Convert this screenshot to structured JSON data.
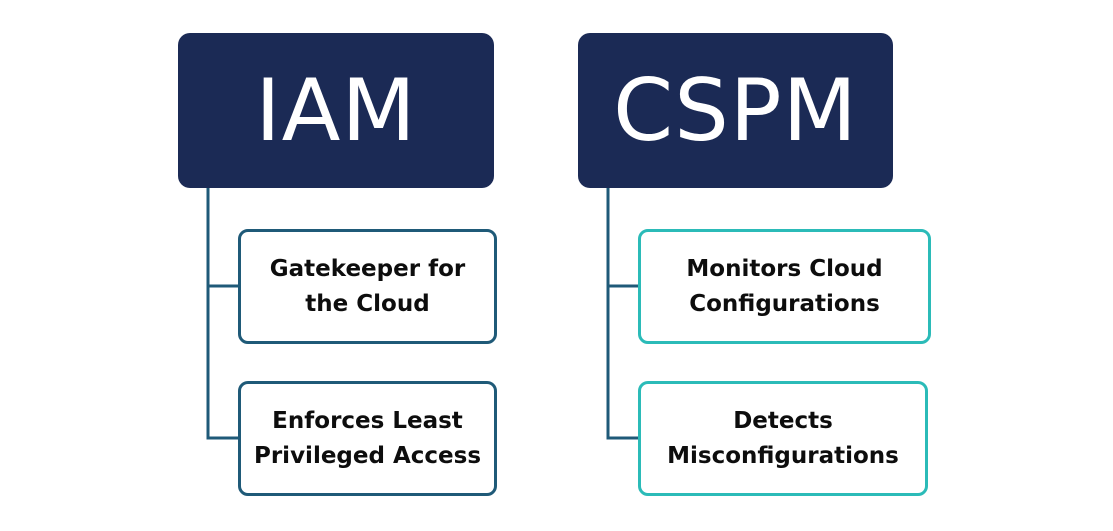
{
  "colors": {
    "header_bg": "#1b2a55",
    "iam_border": "#1f5a78",
    "cspm_border": "#2bbbb8",
    "connector": "#1f5a78"
  },
  "iam": {
    "title": "IAM",
    "items": [
      {
        "text": "Gatekeeper for the Cloud"
      },
      {
        "text": "Enforces Least Privileged Access"
      }
    ]
  },
  "cspm": {
    "title": "CSPM",
    "items": [
      {
        "text": "Monitors Cloud Configurations"
      },
      {
        "text": "Detects Misconfigurations"
      }
    ]
  }
}
